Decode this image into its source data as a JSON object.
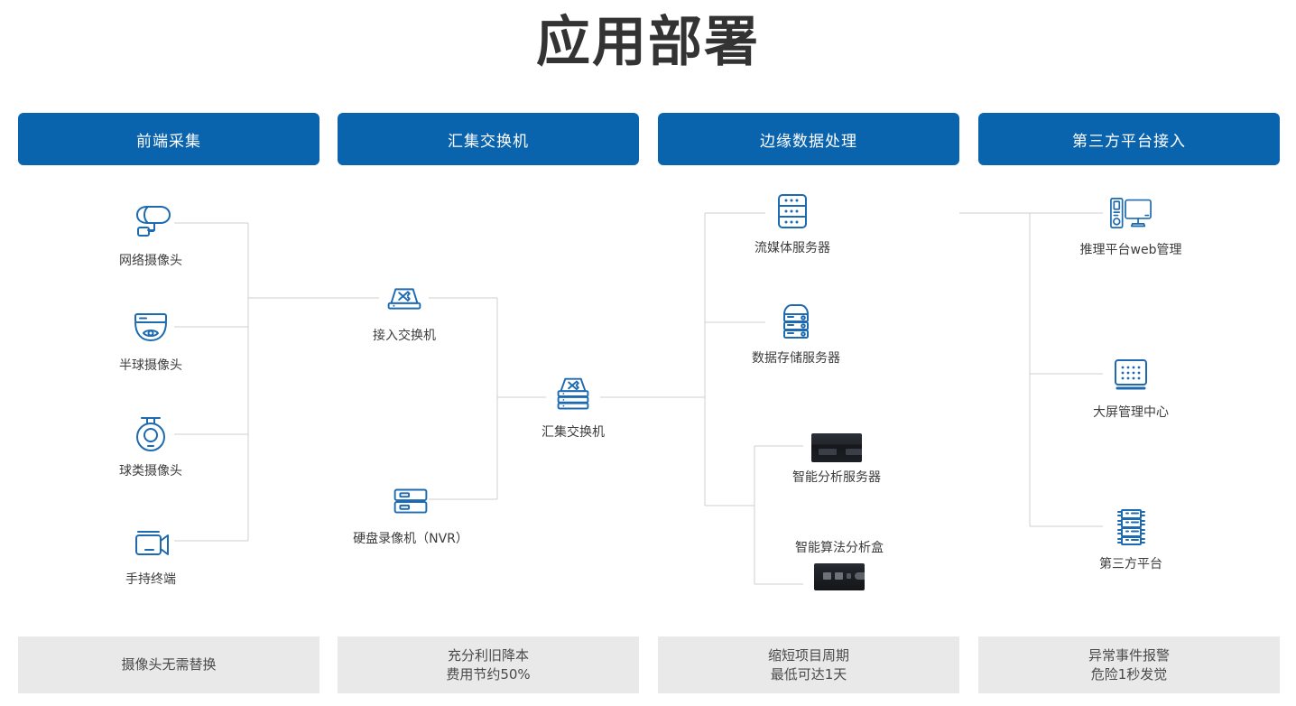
{
  "title": "应用部署",
  "accent_color": "#0a63ad",
  "line_color": "#cfcfcf",
  "icon_color": "#1d6ab0",
  "columns": [
    {
      "header": "前端采集",
      "footer_lines": [
        "摄像头无需替换",
        ""
      ]
    },
    {
      "header": "汇集交换机",
      "footer_lines": [
        "充分利旧降本",
        "费用节约50%"
      ]
    },
    {
      "header": "边缘数据处理",
      "footer_lines": [
        "缩短项目周期",
        "最低可达1天"
      ]
    },
    {
      "header": "第三方平台接入",
      "footer_lines": [
        "异常事件报警",
        "危险1秒发觉"
      ]
    }
  ],
  "nodes": {
    "col1": [
      {
        "label": "网络摄像头",
        "icon": "bullet-camera-icon"
      },
      {
        "label": "半球摄像头",
        "icon": "dome-camera-icon"
      },
      {
        "label": "球类摄像头",
        "icon": "ptz-camera-icon"
      },
      {
        "label": "手持终端",
        "icon": "handheld-camcorder-icon"
      }
    ],
    "col2": [
      {
        "label": "接入交换机",
        "icon": "access-switch-icon"
      },
      {
        "label": "汇集交换机",
        "icon": "aggregation-switch-icon"
      },
      {
        "label": "硬盘录像机（NVR）",
        "icon": "nvr-icon"
      }
    ],
    "col3": [
      {
        "label": "流媒体服务器",
        "icon": "streaming-server-icon"
      },
      {
        "label": "数据存储服务器",
        "icon": "storage-server-icon"
      },
      {
        "label": "智能分析服务器",
        "icon": "analysis-server-photo"
      },
      {
        "label": "智能算法分析盒",
        "icon": "edge-ai-box-photo"
      }
    ],
    "col4": [
      {
        "label": "推理平台web管理",
        "icon": "desktop-pc-icon"
      },
      {
        "label": "大屏管理中心",
        "icon": "video-wall-icon"
      },
      {
        "label": "第三方平台",
        "icon": "third-party-platform-icon"
      }
    ]
  }
}
